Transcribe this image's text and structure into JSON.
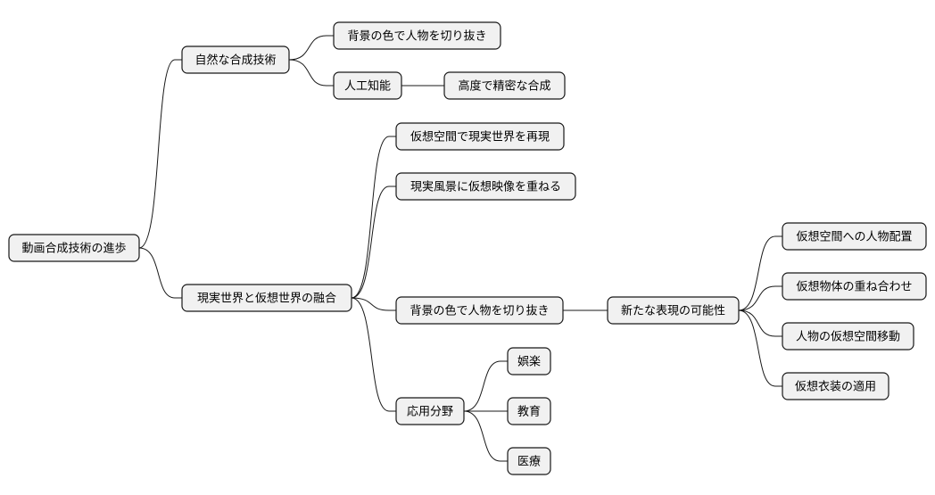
{
  "root": {
    "label": "動画合成技術の進歩",
    "children": [
      {
        "label": "自然な合成技術",
        "children": [
          {
            "label": "背景の色で人物を切り抜き",
            "children": []
          },
          {
            "label": "人工知能",
            "children": [
              {
                "label": "高度で精密な合成",
                "children": []
              }
            ]
          }
        ]
      },
      {
        "label": "現実世界と仮想世界の融合",
        "children": [
          {
            "label": "仮想空間で現実世界を再現",
            "children": []
          },
          {
            "label": "現実風景に仮想映像を重ねる",
            "children": []
          },
          {
            "label": "背景の色で人物を切り抜き",
            "children": [
              {
                "label": "新たな表現の可能性",
                "children": [
                  {
                    "label": "仮想空間への人物配置",
                    "children": []
                  },
                  {
                    "label": "仮想物体の重ね合わせ",
                    "children": []
                  },
                  {
                    "label": "人物の仮想空間移動",
                    "children": []
                  },
                  {
                    "label": "仮想衣装の適用",
                    "children": []
                  }
                ]
              }
            ]
          },
          {
            "label": "応用分野",
            "children": [
              {
                "label": "娯楽",
                "children": []
              },
              {
                "label": "教育",
                "children": []
              },
              {
                "label": "医療",
                "children": []
              }
            ]
          }
        ]
      }
    ]
  }
}
